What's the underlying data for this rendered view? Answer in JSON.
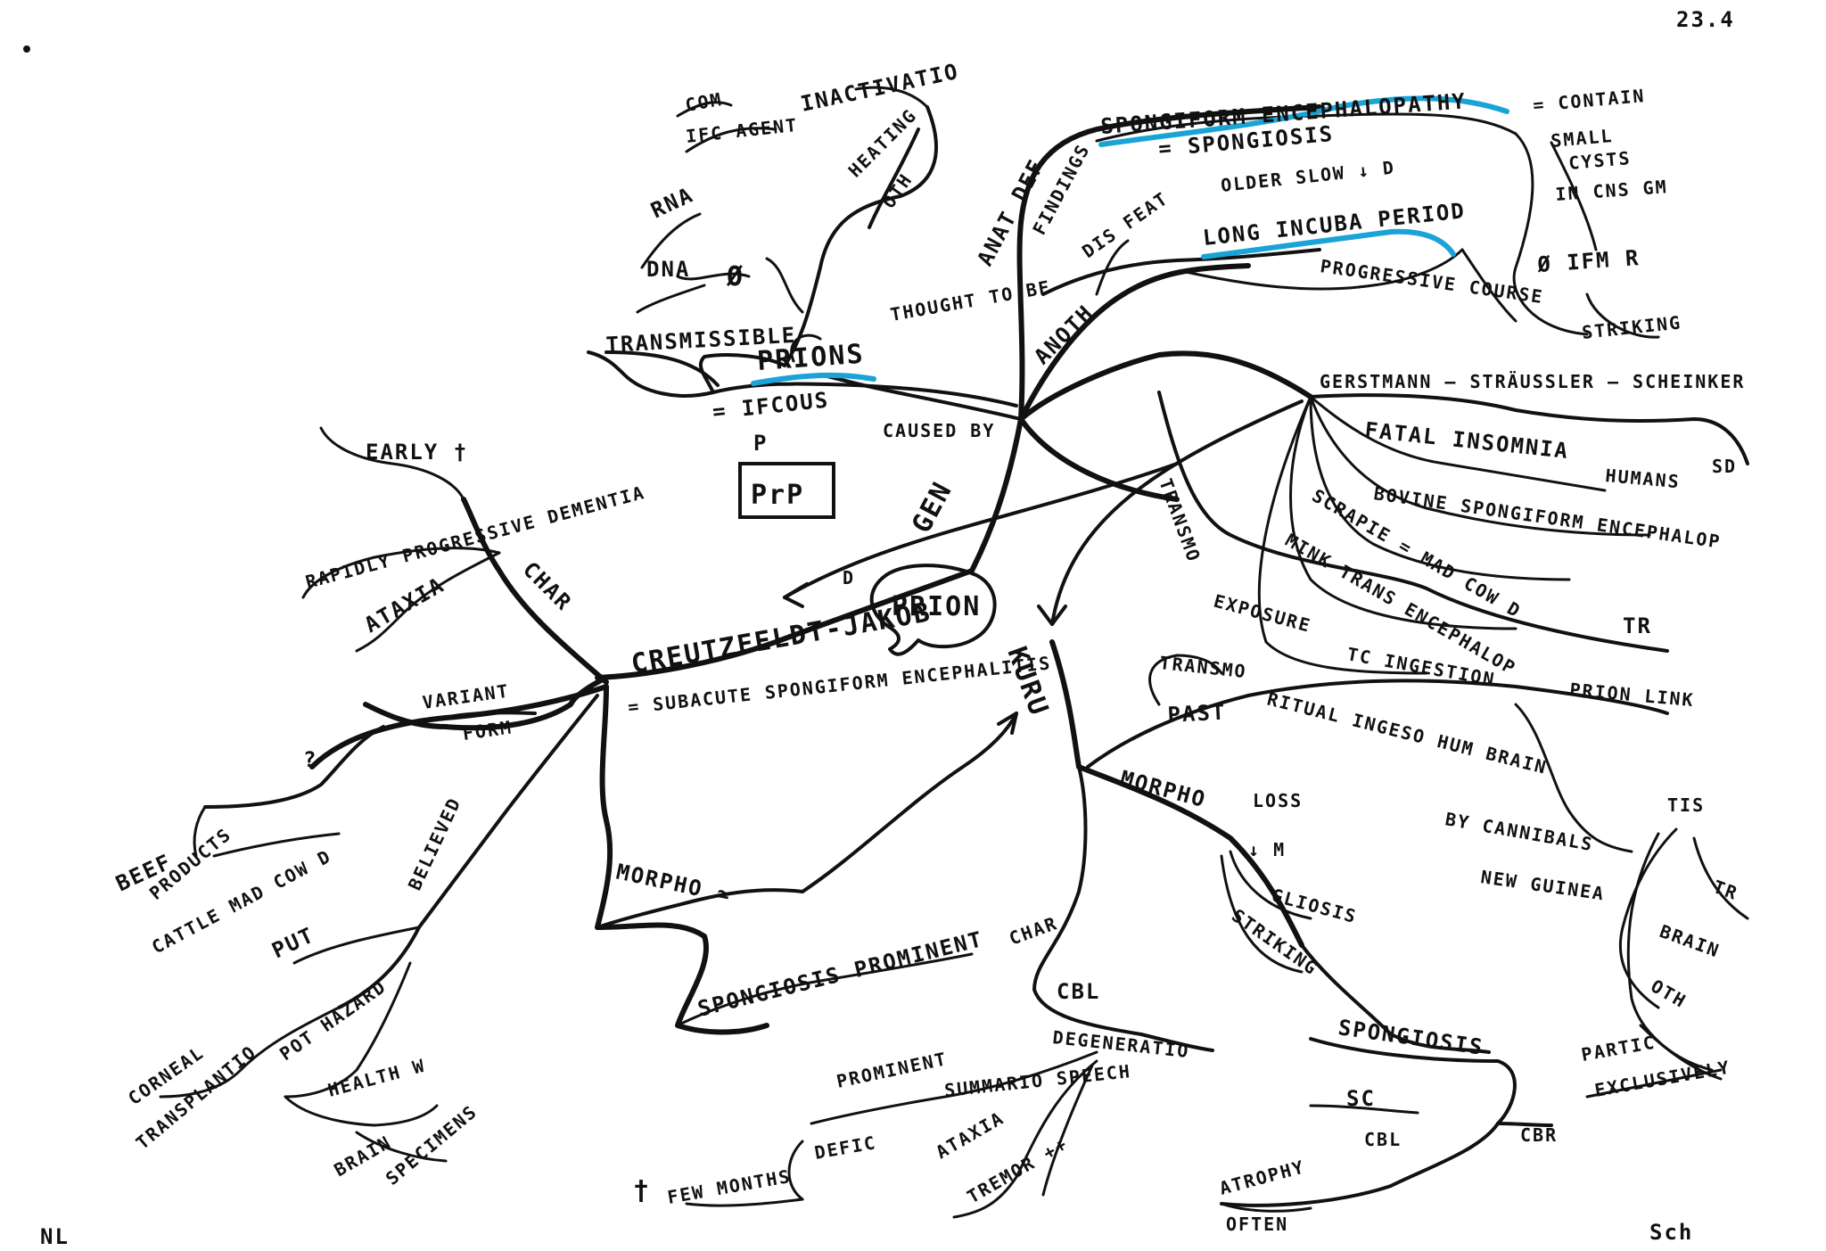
{
  "corner": {
    "date": "23.4",
    "initials_left": "NL",
    "initials_right": "Sch"
  },
  "center": {
    "label": "PRION"
  },
  "top": {
    "gen": "GEN",
    "thought_to_be": "THOUGHT TO BE",
    "caused_by": "CAUSED BY",
    "prions": "PRIONS",
    "ifcous": "= IFCOUS",
    "prp_p": "P",
    "prp": "PrP",
    "transmissible": "TRANSMISSIBLE",
    "rna": "RNA",
    "dna": "DNA",
    "empty": "Ø",
    "com": "COM",
    "ifc_agent": "IFC AGENT",
    "inactivation": "INACTIVATIO",
    "heating": "HEATING",
    "oth": "OTH"
  },
  "anat": {
    "anat_def": "ANAT DEF",
    "findings": "FINDINGS",
    "spongiform": "SPONGIFORM ENCEPHALOPATHY",
    "spongiosis_eq": "= SPONGIOSIS",
    "contain": "= CONTAIN",
    "small": "SMALL",
    "cysts": "CYSTS",
    "in_cns_gm": "IN CNS GM",
    "ifm": "Ø IFM R",
    "striking": "STRIKING",
    "older_slow": "OLDER SLOW ↓ D",
    "anoth": "ANOTH",
    "dis_feat": "DIS FEAT",
    "long_incuba": "LONG INCUBA PERIOD",
    "progressive": "PROGRESSIVE COURSE"
  },
  "right": {
    "gss": "GERSTMANN – STRÄUSSLER – SCHEINKER",
    "sd": "SD",
    "fatal": "FATAL INSOMNIA",
    "humans": "HUMANS",
    "bovine": "BOVINE SPONGIFORM ENCEPHALOP",
    "scrapie": "SCRAPIE = MAD COW D",
    "mink": "MINK TRANS ENCEPHALOP",
    "tr": "TR",
    "transmo": "TRANSMO",
    "exposure": "EXPOSURE",
    "tc_ingestion": "TC INGESTION",
    "prion_link": "PRION LINK"
  },
  "kuru": {
    "label": "KURU",
    "transm": "TRANSMO",
    "ritual": "RITUAL INGESO HUM BRAIN",
    "past": "PAST",
    "by_cannibals": "BY CANNIBALS",
    "new_guinea": "NEW GUINEA",
    "morpho": "MORPHO",
    "loss": "LOSS",
    "m": "↓ M",
    "gliosis": "GLIOSIS",
    "striking": "STRIKING",
    "spongiosis": "SPONGIOSIS",
    "sc": "SC",
    "cbl": "CBL",
    "cbr": "CBR",
    "atrophy": "ATROPHY",
    "often": "OFTEN",
    "char": "CHAR",
    "cbl_degen": "CBL",
    "degeneration": "DEGENERATIO",
    "prominent": "PROMINENT",
    "sumari": "SUMMARIO SPEECH",
    "defic": "DEFIC",
    "ataxia": "ATAXIA",
    "tremor": "TREMOR ++",
    "few_months": "FEW MONTHS",
    "dagger": "†",
    "tis": "TIS",
    "tr": "TR",
    "brain": "BRAIN",
    "oth": "OTH",
    "partic": "PARTIC",
    "exclusively": "EXCLUSIVELY"
  },
  "cjd": {
    "label": "CREUTZFELDT-JAKOB",
    "d": "D",
    "subacute": "= SUBACUTE SPONGIFORM ENCEPHALITIS",
    "char": "CHAR",
    "early": "EARLY †",
    "rapid": "RAPIDLY PROGRESSIVE DEMENTIA",
    "ataxia": "ATAXIA",
    "variant": "VARIANT",
    "form": "FORM",
    "q": "?",
    "beef": "BEEF",
    "products": "PRODUCTS",
    "cattle": "CATTLE MAD COW D",
    "believed": "BELIEVED",
    "put": "PUT",
    "pot_hazard": "POT HAZARD",
    "corneal": "CORNEAL",
    "transplant": "TRANSPLANTIO",
    "healthw": "HEALTH W",
    "brain": "BRAIN",
    "specimens": "SPECIMENS",
    "morpho": "MORPHO ≃",
    "spongiosis": "SPONGIOSIS PROMINENT"
  }
}
